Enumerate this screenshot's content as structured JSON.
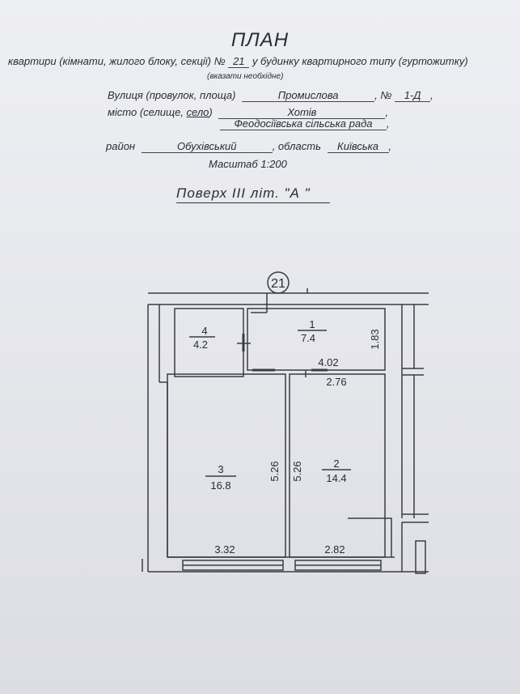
{
  "header": {
    "title": "ПЛАН",
    "subject_prefix": "квартири (кімнати, жилого блоку, секції) №",
    "apartment_no": "21",
    "subject_suffix": "у будинку квартирного типу (гуртожитку)",
    "subject_hint": "(вказати необхідне)"
  },
  "address": {
    "street_label": "Вулиця (провулок, площа)",
    "street_value": "Промислова",
    "no_label": ", №",
    "no_value": "1-Д",
    "city_label": "місто (селище,",
    "city_label_underlined": "село",
    "city_label_end": ")",
    "city_value": "Хотів",
    "council_value": "Феодосіївська сільська рада",
    "district_label": "район",
    "district_value": "Обухівський",
    "region_label": ", область",
    "region_value": "Київська",
    "comma": ","
  },
  "scale": "Масштаб  1:200",
  "floor": "Поверх  III  літ.  \"А \"",
  "plan": {
    "axis_label": "21",
    "rooms": [
      {
        "number": "1",
        "area": "7.4"
      },
      {
        "number": "2",
        "area": "14.4"
      },
      {
        "number": "3",
        "area": "16.8"
      },
      {
        "number": "4",
        "area": "4.2"
      }
    ],
    "dimensions": {
      "corridor_length": "4.02",
      "corridor_width": "1.83",
      "room2_width": "2.76",
      "room2_depth": "5.26",
      "room3_depth": "5.26",
      "room3_width": "3.32",
      "room2_bottom_width": "2.82"
    }
  }
}
